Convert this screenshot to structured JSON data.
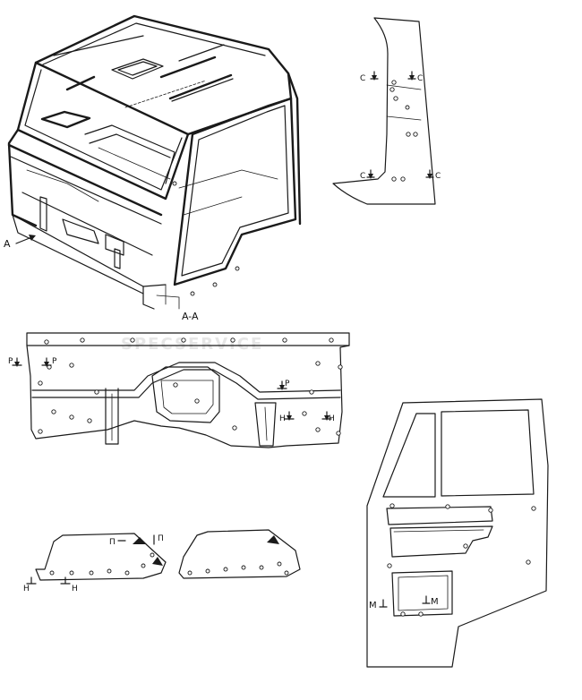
{
  "labels": {
    "view_a": "A",
    "section_aa": "A-A",
    "sec_c": "C",
    "sec_p": "P",
    "sec_n": "П",
    "sec_h": "H",
    "sec_m": "M"
  },
  "watermark": "SPECSERVICE",
  "colors": {
    "line": "#1a1a1a",
    "background": "#ffffff"
  }
}
